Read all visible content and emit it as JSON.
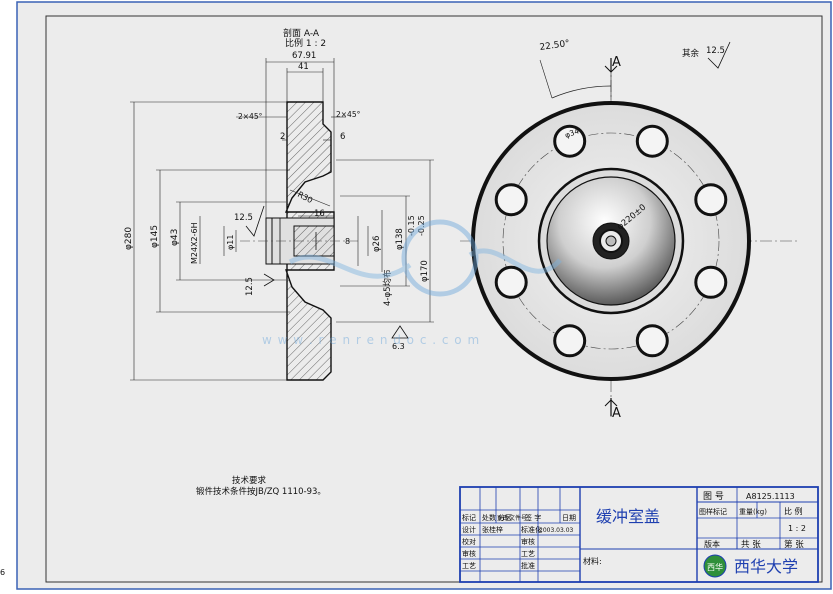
{
  "section": {
    "title": "剖面 A-A",
    "scale_label": "比例 1 : 2"
  },
  "dimensions": {
    "d_67_91": "67.91",
    "d_41": "41",
    "chamfer_left": "2×45°",
    "chamfer_right": "2×45°",
    "d_2": "2",
    "d_6": "6",
    "r_30": "R30",
    "d_16": "16",
    "d_12_5_left": "12.5",
    "d_12_5_lower": "12.5",
    "dia_280": "φ280",
    "dia_145": "φ145",
    "dia_43": "φ43",
    "thread": "M24X2-6H",
    "dia_11": "φ11",
    "dia_8": "8",
    "dia_26": "φ26",
    "dia_138": "φ138",
    "holes": "4-φ5均布",
    "dia_170": "φ170",
    "tol_upper": "-0.15",
    "tol_lower": "-0.25",
    "rough_6_3": "6.3",
    "angle": "22.50°",
    "bolt_circle": "φ220±0",
    "hole_dia": "φ34",
    "other_rough": "其余",
    "other_rough_val": "12.5"
  },
  "section_marks": {
    "top": "A",
    "bottom": "A"
  },
  "notes": {
    "heading": "技术要求",
    "line1": "锻件技术条件按JB/ZQ 1110-93。"
  },
  "watermark": {
    "url": "w w w . r e n r e n d o c . c o m"
  },
  "title_block": {
    "part_name": "缓冲室盖",
    "drawing_no_label": "图 号",
    "drawing_no": "A8125.1113",
    "stage_label": "图样标记",
    "weight_label": "重量(kg)",
    "scale_label": "比  例",
    "scale_value": "1 : 2",
    "material_label": "材料:",
    "sheet_total_label": "共  张",
    "sheet_label": "第  张",
    "school": "西华大学",
    "logo_text": "西华",
    "mark_label": "标记",
    "count_label": "处数",
    "file_label": "分区",
    "change_doc_label": "更改文件号",
    "sign_label": "签 字",
    "date_label": "日期",
    "design_label": "设计",
    "designer": "张桂梓",
    "std_label": "标准化",
    "date_value": "2003.03.03",
    "check_label": "校对",
    "review_label": "审核",
    "craft_label": "工艺",
    "approve_label": "批准",
    "audit_label": "审核",
    "process_label": "工艺",
    "version_label": "版本",
    "left_mark": "6"
  }
}
